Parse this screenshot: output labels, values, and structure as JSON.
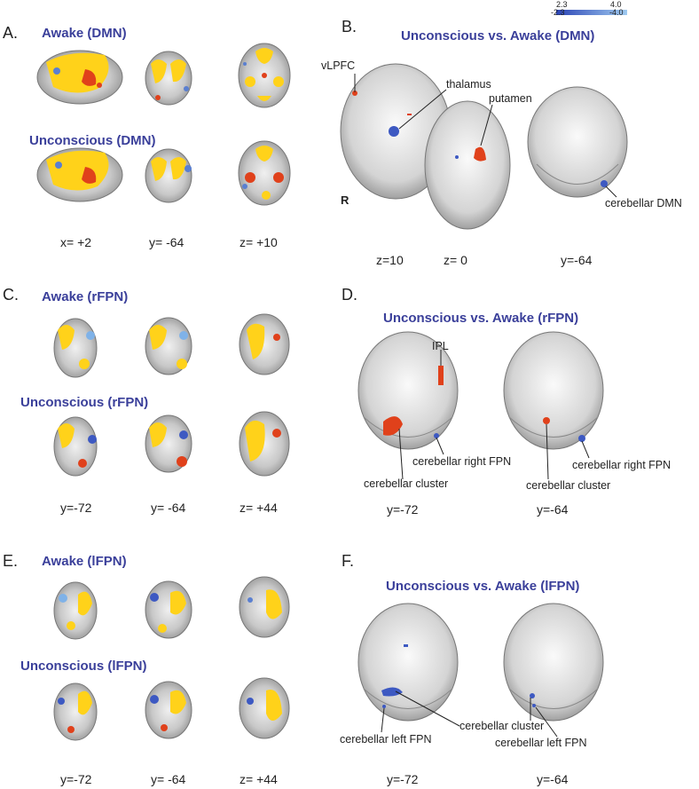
{
  "panels": {
    "A": {
      "letter": "A.",
      "title_awake": "Awake (DMN)",
      "title_unconscious": "Unconscious (DMN)",
      "coords": [
        "x= +2",
        "y= -64",
        "z= +10"
      ]
    },
    "B": {
      "letter": "B.",
      "title": "Unconscious vs. Awake (DMN)",
      "labels": [
        "vLPFC",
        "thalamus",
        "putamen",
        "cerebellar DMN"
      ],
      "side_label": "R",
      "coords": [
        "z=10",
        "z= 0",
        "y=-64"
      ]
    },
    "C": {
      "letter": "C.",
      "title_awake": "Awake (rFPN)",
      "title_unconscious": "Unconscious (rFPN)",
      "coords": [
        "y=-72",
        "y= -64",
        "z= +44"
      ]
    },
    "D": {
      "letter": "D.",
      "title": "Unconscious vs. Awake (rFPN)",
      "labels": [
        "IPL",
        "cerebellar right FPN",
        "cerebellar cluster",
        "cerebellar right FPN",
        "cerebellar cluster"
      ],
      "coords": [
        "y=-72",
        "y=-64"
      ]
    },
    "E": {
      "letter": "E.",
      "title_awake": "Awake (lFPN)",
      "title_unconscious": "Unconscious (lFPN)",
      "coords": [
        "y=-72",
        "y= -64",
        "z= +44"
      ]
    },
    "F": {
      "letter": "F.",
      "title": "Unconscious vs. Awake (lFPN)",
      "labels": [
        "cerebellar cluster",
        "cerebellar left FPN",
        "cerebellar left FPN"
      ],
      "coords": [
        "y=-72",
        "y=-64"
      ]
    }
  },
  "colorbar": {
    "pos_min": "2.3",
    "pos_max": "4.0",
    "neg_min": "-2.3",
    "neg_max": "-4.0",
    "colors": {
      "warm": "#ffd21a",
      "hot": "#e0411b",
      "cool": "#3d59c2",
      "light_cool": "#7fb2e8"
    }
  }
}
